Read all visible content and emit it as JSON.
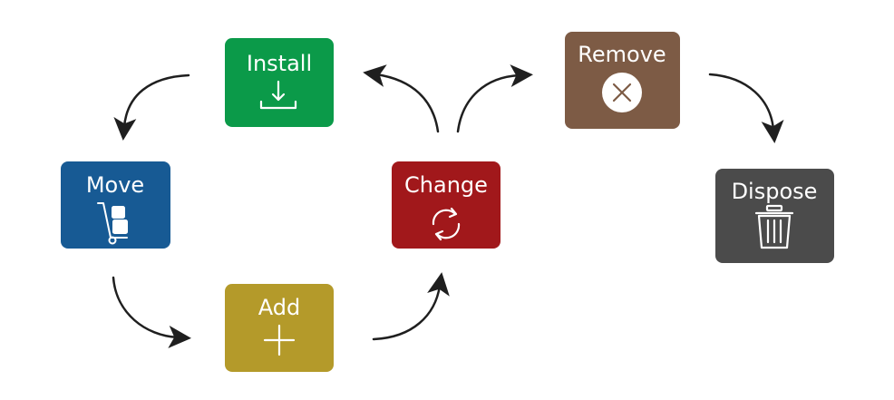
{
  "colors": {
    "install": "#0b9a49",
    "remove": "#7d5b45",
    "move": "#175a94",
    "change": "#a1181b",
    "add": "#b49a2a",
    "dispose": "#4b4b4b",
    "arrow": "#1f1f1f"
  },
  "nodes": {
    "install": {
      "label": "Install",
      "icon": "download-icon"
    },
    "remove": {
      "label": "Remove",
      "icon": "close-circle-icon"
    },
    "move": {
      "label": "Move",
      "icon": "hand-truck-icon"
    },
    "change": {
      "label": "Change",
      "icon": "refresh-icon"
    },
    "add": {
      "label": "Add",
      "icon": "plus-icon"
    },
    "dispose": {
      "label": "Dispose",
      "icon": "trash-icon"
    }
  }
}
